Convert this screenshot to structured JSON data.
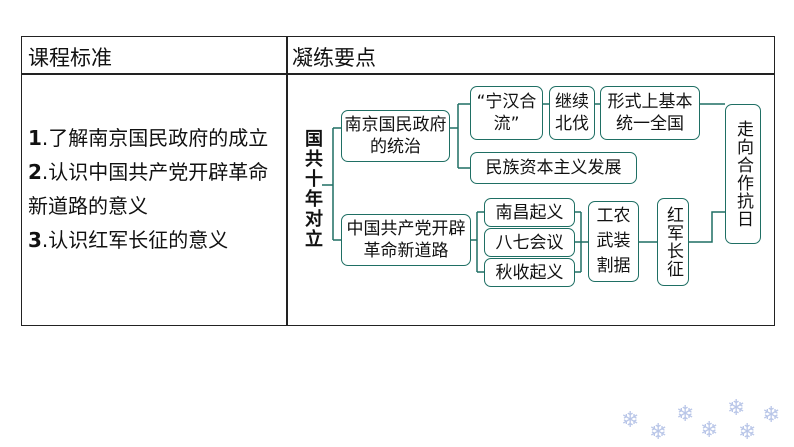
{
  "table": {
    "header_left": "课程标准",
    "header_right": "凝练要点"
  },
  "standards": [
    {
      "num": "1",
      "text": ".了解南京国民政府的成立"
    },
    {
      "num": "2",
      "text": ".认识中国共产党开辟革命新道路的意义"
    },
    {
      "num": "3",
      "text": ".认识红军长征的意义"
    }
  ],
  "diagram": {
    "root": "国共十年对立",
    "branch_top": "南京国民政府的统治",
    "branch_bottom": "中国共产党开辟革命新道路",
    "ninghan": "“宁汉合流”",
    "beifa": "继续北伐",
    "tongyi": "形式上基本统一全国",
    "minzu": "民族资本主义发展",
    "nanchang": "南昌起义",
    "baqi": "八七会议",
    "qiushou": "秋收起义",
    "gebing": "工农武装割据",
    "changzheng": "红军长征",
    "kangri": "走向合作抗日"
  },
  "decoration": {
    "snowflake_icon": "snowflake-icon",
    "color": "#b9c6e8"
  },
  "colors": {
    "border": "#1f6f64",
    "line": "#1f6f64"
  }
}
